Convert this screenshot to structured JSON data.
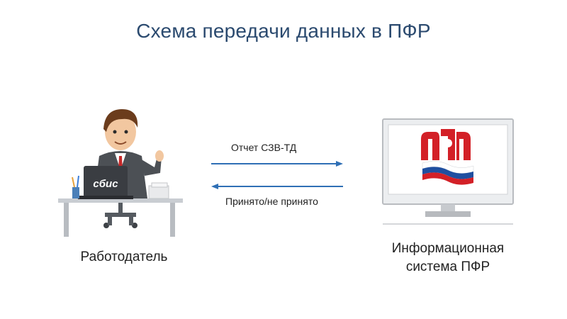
{
  "title": "Схема передачи данных в ПФР",
  "flow": {
    "forward_label": "Отчет СЗВ-ТД",
    "backward_label": "Принято/не принято",
    "arrow_color": "#2f6fb5"
  },
  "employer": {
    "caption": "Работодатель",
    "laptop_logo": "сбис"
  },
  "pfr": {
    "caption_line1": "Информационная",
    "caption_line2": "система ПФР",
    "logo_color": "#d32027"
  },
  "colors": {
    "title": "#2b4a6f",
    "flag_white": "#ffffff",
    "flag_blue": "#1f4fa0",
    "flag_red": "#d32027"
  }
}
